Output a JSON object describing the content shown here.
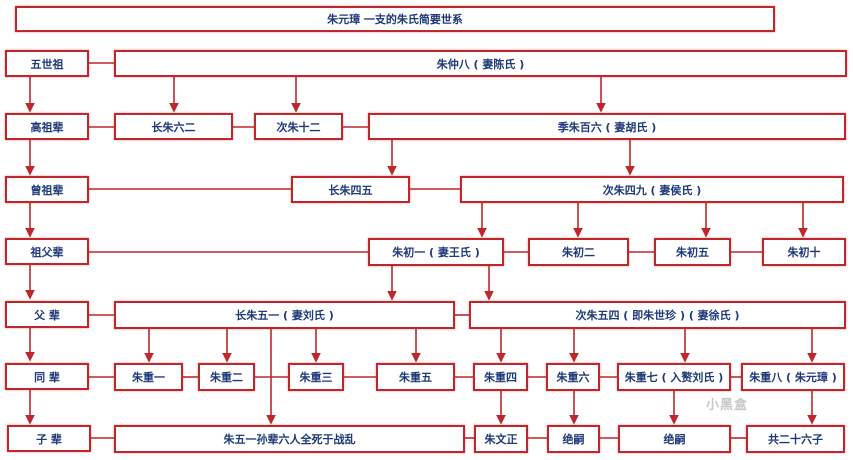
{
  "title": "朱元璋 一支的朱氏简要世系",
  "generations": {
    "g5": "五世祖",
    "g4": "高祖辈",
    "g3": "曾祖辈",
    "g2": "祖父辈",
    "g1": "父 辈",
    "g0": "同 辈",
    "gm1": "子 辈"
  },
  "people": {
    "zhu_zhongba": "朱仲八 ( 妻陈氏 )",
    "zhang_liuer": "长朱六二",
    "ci_shier": "次朱十二",
    "ji_baiLiu": "季朱百六 ( 妻胡氏 )",
    "zhang_sishwu": "长朱四五",
    "ci_sijiu": "次朱四九 ( 妻侯氏 )",
    "chu_yi": "朱初一 ( 妻王氏 )",
    "chu_er": "朱初二",
    "chu_wu": "朱初五",
    "chu_shi": "朱初十",
    "zhang_wuyi": "长朱五一 ( 妻刘氏 )",
    "ci_wusi": "次朱五四 ( 即朱世珍 ) ( 妻徐氏 )",
    "chong_yi": "朱重一",
    "chong_er": "朱重二",
    "chong_san": "朱重三",
    "chong_wu": "朱重五",
    "chong_si": "朱重四",
    "chong_liu": "朱重六",
    "chong_qi": "朱重七 ( 入赘刘氏 )",
    "chong_ba": "朱重八 ( 朱元璋 )",
    "wuyi_sons": "朱五一孙辈六人全死于战乱",
    "wenzheng": "朱文正",
    "juesi_1": "绝嗣",
    "juesi_2": "绝嗣",
    "sons_26": "共二十六子"
  },
  "watermark": "小黑盒",
  "colors": {
    "line": "#c0272d",
    "text": "#1f3a7a"
  }
}
